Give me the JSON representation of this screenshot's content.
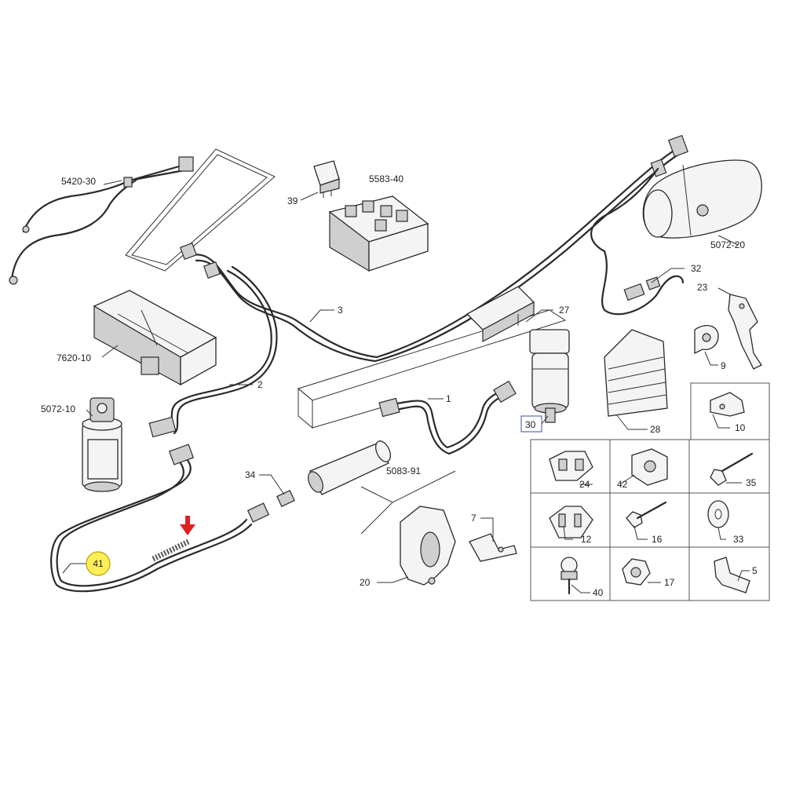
{
  "callouts": {
    "c5420_30": "5420-30",
    "c5583_40": "5583-40",
    "c39": "39",
    "c5072_20": "5072-20",
    "c32": "32",
    "c23": "23",
    "c9": "9",
    "c3": "3",
    "c27": "27",
    "c7620_10": "7620-10",
    "c2": "2",
    "c5072_10": "5072-10",
    "c1": "1",
    "c30": "30",
    "c28": "28",
    "c10": "10",
    "c34": "34",
    "c5083_91": "5083-91",
    "c24": "24",
    "c42": "42",
    "c35": "35",
    "c7": "7",
    "c12": "12",
    "c16": "16",
    "c33": "33",
    "c41": "41",
    "c20": "20",
    "c40": "40",
    "c17": "17",
    "c5": "5"
  },
  "colors": {
    "highlight_fill": "#ffee58",
    "highlight_stroke": "#b8a000",
    "arrow": "#e02020",
    "box_30": "#3a4fa0"
  }
}
